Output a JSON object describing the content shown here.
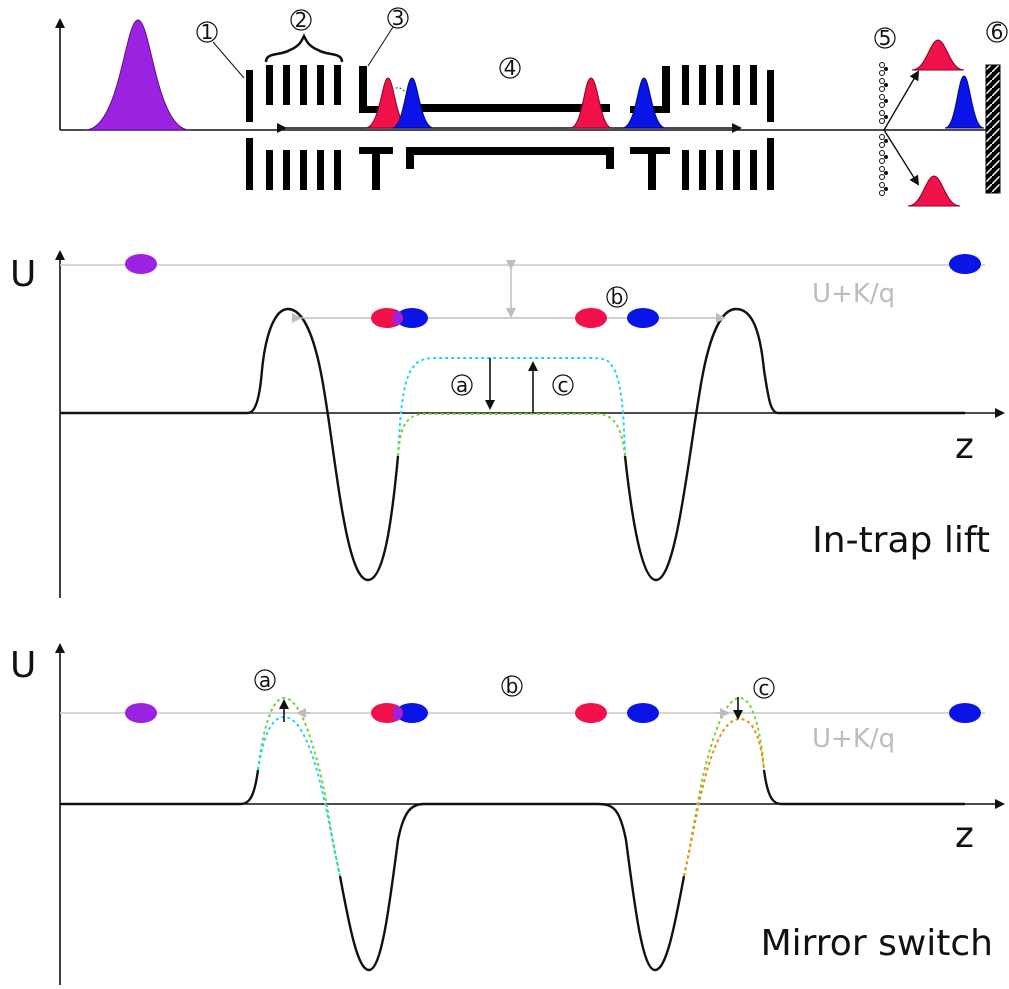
{
  "labels": {
    "marker_1": "1",
    "marker_2": "2",
    "marker_3": "3",
    "marker_4": "4",
    "marker_5": "5",
    "marker_6": "6",
    "axis_u_top": "U",
    "axis_z_top": "z",
    "axis_u_bottom": "U",
    "axis_z_bottom": "z",
    "energy_label_top": "U+K/q",
    "energy_label_bottom": "U+K/q",
    "step_a_top": "a",
    "step_b_top": "b",
    "step_c_top": "c",
    "step_a_bottom": "a",
    "step_b_bottom": "b",
    "step_c_bottom": "c",
    "title_top": "In-trap lift",
    "title_bottom": "Mirror switch"
  },
  "colors": {
    "ion_purple": "#9b22e0",
    "ion_red": "#f0104a",
    "ion_blue": "#0a14e6",
    "potential_line": "#000000",
    "dashed_cyan": "#25d6f0",
    "dashed_green": "#7ad33a",
    "dashed_orange": "#f08a10",
    "energy_line": "#c8c8c8"
  }
}
